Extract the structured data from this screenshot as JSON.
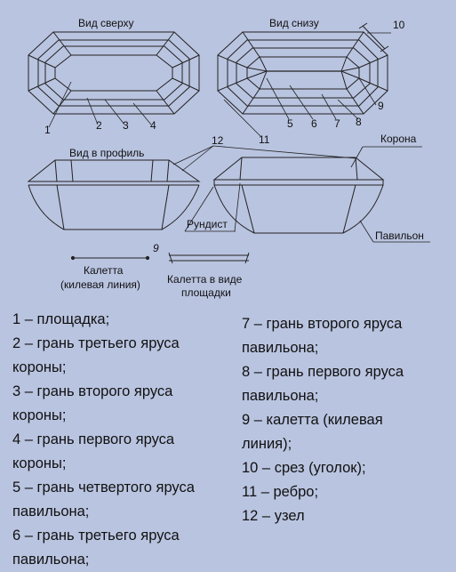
{
  "views": {
    "top_view": "Вид сверху",
    "bottom_view": "Вид снизу",
    "profile_view": "Вид в профиль"
  },
  "parts": {
    "crown": "Корона",
    "girdle": "Рундист",
    "pavilion": "Павильон",
    "culet_label": "Калетта",
    "culet_sub": "(килевая линия)",
    "culet_area_line1": "Калетта в виде",
    "culet_area_line2": "площадки"
  },
  "callouts": [
    "1",
    "2",
    "3",
    "4",
    "5",
    "6",
    "7",
    "8",
    "9",
    "10",
    "11",
    "12",
    "9"
  ],
  "legend_left": [
    "1 – площадка;",
    "2 – грань третьего яруса",
    "короны;",
    "3 – грань второго яруса",
    "короны;",
    "4 – грань первого яруса",
    "короны;",
    "5 – грань четвертого яруса",
    "павильона;",
    "6 – грань третьего яруса",
    "павильона;"
  ],
  "legend_right": [
    "7 – грань второго яруса",
    "павильона;",
    "8 – грань первого яруса",
    "павильона;",
    "9 – калетта (килевая",
    "линия);",
    "10 – срез (уголок);",
    "11 – ребро;",
    "12 – узел"
  ]
}
